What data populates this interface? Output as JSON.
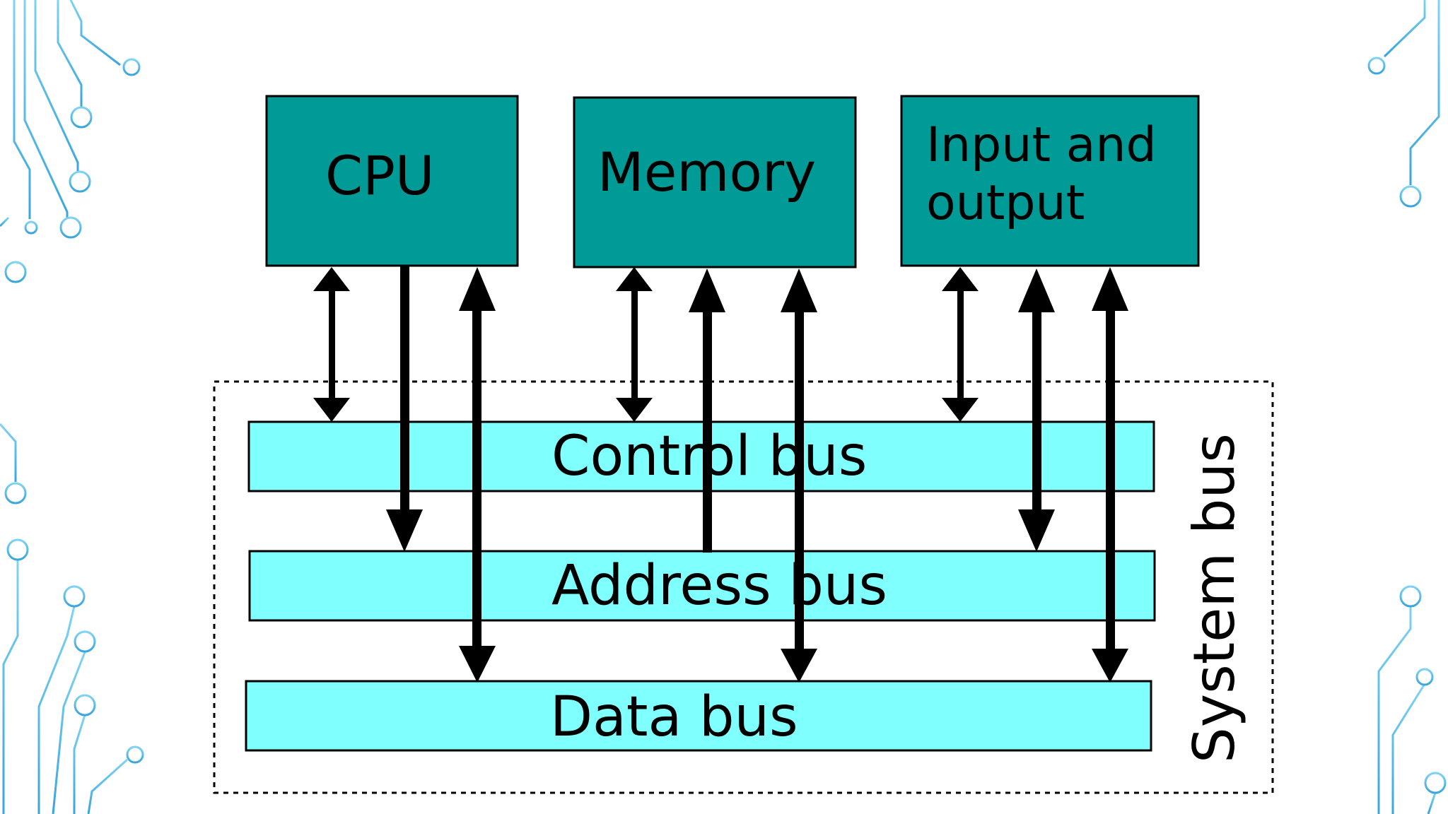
{
  "components": {
    "cpu": "CPU",
    "memory": "Memory",
    "io_line1": "Input and",
    "io_line2": "output"
  },
  "buses": {
    "control": "Control bus",
    "address": "Address bus",
    "data": "Data bus",
    "system": "System bus"
  },
  "colors": {
    "component_fill": "#009b96",
    "bus_fill": "#80ffff",
    "circuit_accent": "#5ab8e6"
  }
}
